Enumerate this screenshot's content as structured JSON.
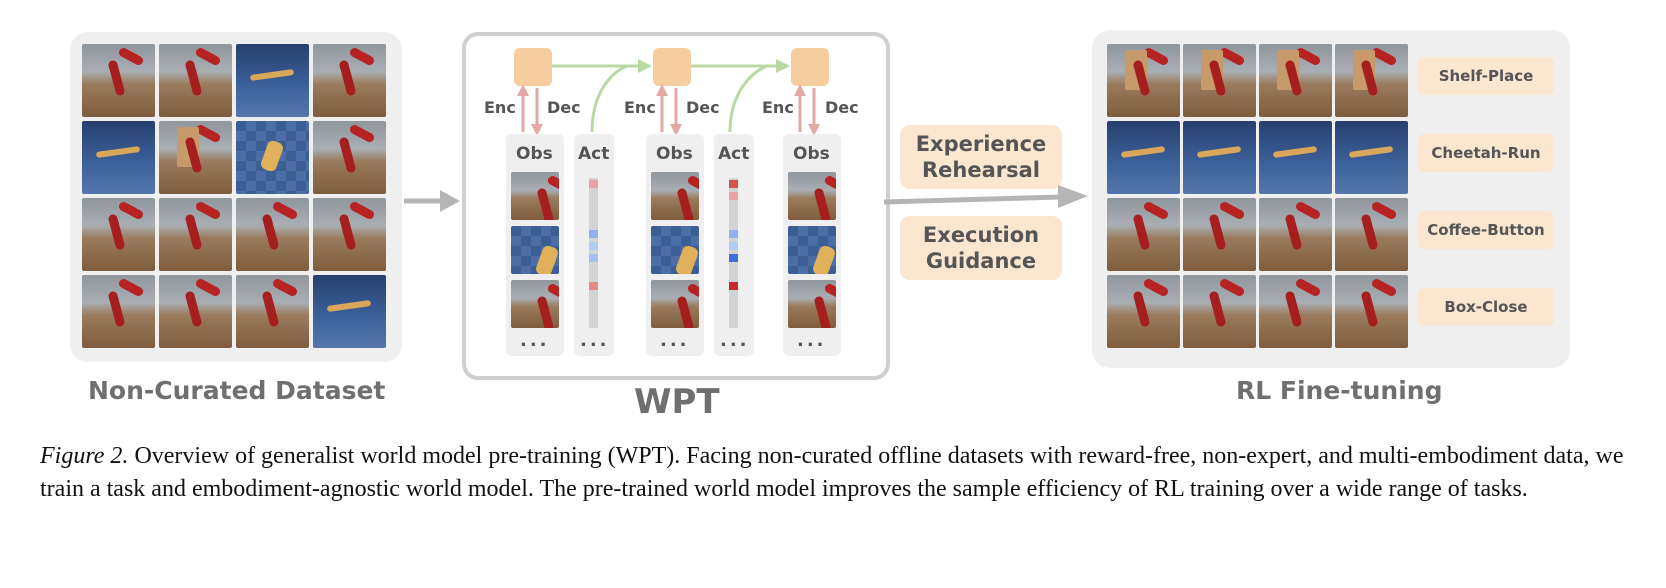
{
  "panels": {
    "dataset_label": "Non-Curated Dataset",
    "wpt_label": "WPT",
    "rl_label": "RL Fine-tuning"
  },
  "wpt": {
    "enc": "Enc",
    "dec": "Dec",
    "obs": "Obs",
    "act": "Act",
    "dots": "..."
  },
  "middle": {
    "experience_line1": "Experience",
    "experience_line2": "Rehearsal",
    "execution_line1": "Execution",
    "execution_line2": "Guidance"
  },
  "tasks": [
    "Shelf-Place",
    "Cheetah-Run",
    "Coffee-Button",
    "Box-Close"
  ],
  "caption": {
    "figure_label": "Figure 2.",
    "text": " Overview of generalist world model pre-training (WPT). Facing non-curated offline datasets with reward-free, non-expert, and multi-embodiment data, we train a task and embodiment-agnostic world model. The pre-trained world model improves the sample efficiency of RL training over a wide range of tasks."
  },
  "colors": {
    "node": "#f5cd9f",
    "pill": "#fbe6cf",
    "panel_bg": "#efefef",
    "arrow_green": "#b9d9a4",
    "arrow_pink": "#e3a9a4",
    "arrow_gray": "#b5b5b5"
  }
}
